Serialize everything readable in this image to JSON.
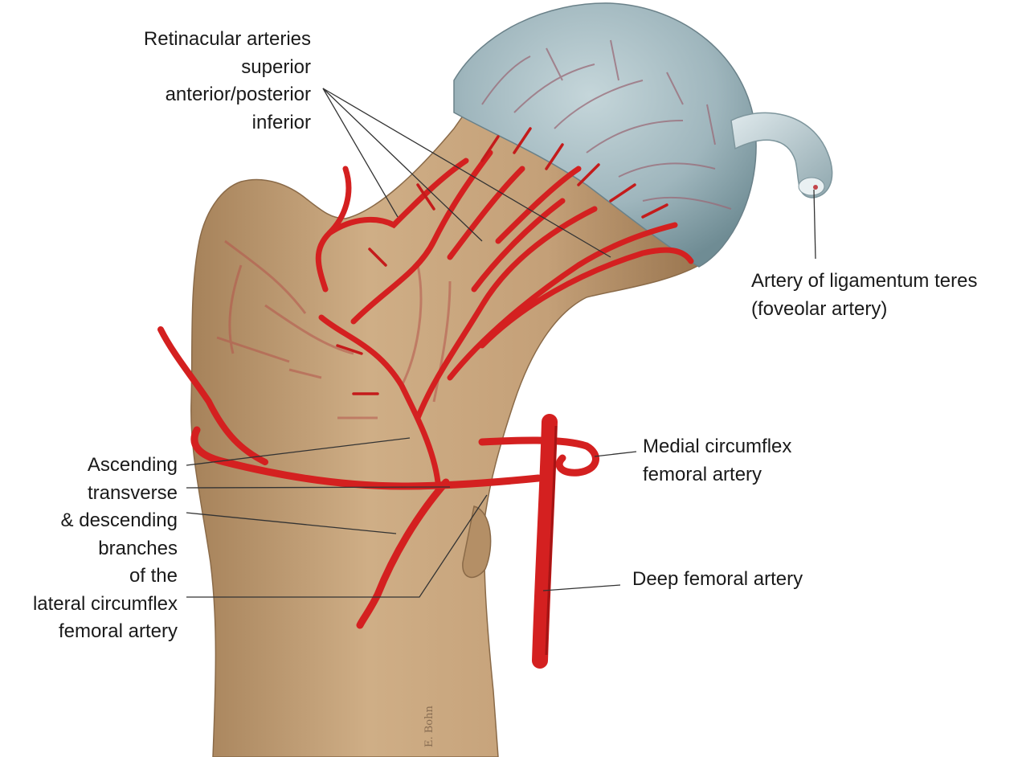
{
  "labels": {
    "retinacular": [
      "Retinacular arteries",
      "superior",
      "anterior/posterior",
      "inferior"
    ],
    "ligamentum_teres": [
      "Artery of ligamentum teres",
      "(foveolar artery)"
    ],
    "medial_circumflex": [
      "Medial circumflex",
      "femoral artery"
    ],
    "deep_femoral": "Deep femoral artery",
    "lateral_circumflex": [
      "Ascending",
      "transverse",
      "& descending",
      "branches",
      "of the",
      "lateral circumflex",
      "femoral artery"
    ]
  },
  "colors": {
    "bone": "#c9a77e",
    "bone_shadow": "#9c7a55",
    "cartilage": "#9fb6bd",
    "artery": "#d42020",
    "artery_dark": "#8e0f0f",
    "leader": "#333333"
  },
  "illustration": {
    "subject": "proximal femur with arterial supply",
    "signature_text": "E. Bohn"
  }
}
